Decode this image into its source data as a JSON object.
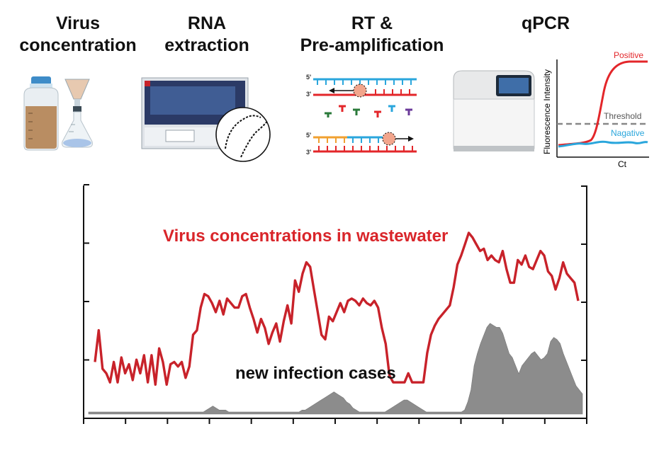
{
  "steps": [
    {
      "line1": "Virus",
      "line2": "concentration"
    },
    {
      "line1": "RNA",
      "line2": "extraction"
    },
    {
      "line1": "RT &",
      "line2": "Pre-amplification"
    },
    {
      "line1": "qPCR",
      "line2": ""
    }
  ],
  "rt_diagram": {
    "top_strand_label": "5'",
    "bottom_strand_label": "3'",
    "lower_top_label": "5'",
    "lower_bottom_label": "3'"
  },
  "qpcr_plot": {
    "ylabel": "Fluorescence Intensity",
    "xlabel": "Ct",
    "positive_label": "Positive",
    "threshold_label": "Threshold",
    "negative_label": "Nagative",
    "colors": {
      "positive": "#e3262a",
      "negative": "#2aa6dc",
      "threshold": "#888888"
    }
  },
  "main_chart": {
    "series_virus_label": "Virus concentrations in wastewater",
    "series_cases_label": "new infection cases",
    "colors": {
      "virus": "#c8222a",
      "cases": "#8c8c8c"
    }
  },
  "chart_data": {
    "type": "line",
    "title": "",
    "xlabel": "",
    "ylabel": "",
    "x_ticks": 13,
    "ylim_left": [
      0,
      100
    ],
    "ylim_right": [
      0,
      100
    ],
    "series": [
      {
        "name": "Virus concentrations in wastewater",
        "type": "line",
        "values": [
          23,
          37,
          20,
          18,
          14,
          23,
          14,
          25,
          18,
          22,
          15,
          24,
          18,
          26,
          14,
          26,
          13,
          29,
          23,
          13,
          22,
          23,
          21,
          23,
          16,
          21,
          35,
          37,
          47,
          53,
          52,
          49,
          45,
          50,
          44,
          51,
          49,
          47,
          47,
          52,
          53,
          47,
          42,
          36,
          42,
          38,
          31,
          36,
          40,
          32,
          41,
          48,
          40,
          59,
          54,
          62,
          67,
          65,
          55,
          45,
          35,
          33,
          43,
          41,
          45,
          49,
          45,
          50,
          51,
          50,
          48,
          51,
          49,
          48,
          50,
          47,
          38,
          31,
          17,
          14,
          14,
          14,
          14,
          18,
          14,
          14,
          14,
          14,
          27,
          35,
          39,
          42,
          44,
          46,
          48,
          56,
          66,
          70,
          75,
          80,
          78,
          75,
          72,
          73,
          68,
          70,
          68,
          67,
          72,
          64,
          58,
          58,
          68,
          66,
          70,
          65,
          64,
          68,
          72,
          70,
          63,
          61,
          55,
          60,
          67,
          62,
          60,
          58,
          50
        ]
      },
      {
        "name": "new infection cases",
        "type": "area",
        "values": [
          1,
          1,
          1,
          1,
          1,
          1,
          1,
          1,
          1,
          1,
          1,
          1,
          1,
          1,
          1,
          1,
          1,
          1,
          1,
          1,
          1,
          1,
          1,
          1,
          1,
          1,
          1,
          1,
          1,
          1,
          1,
          1,
          1,
          1,
          1,
          1,
          1,
          2,
          3,
          4,
          3,
          2,
          2,
          2,
          1,
          1,
          1,
          1,
          1,
          1,
          1,
          1,
          1,
          1,
          1,
          1,
          1,
          1,
          1,
          1,
          1,
          1,
          1,
          1,
          1,
          1,
          1,
          2,
          2,
          3,
          4,
          5,
          6,
          7,
          8,
          9,
          10,
          11,
          10,
          9,
          8,
          6,
          5,
          3,
          2,
          1,
          1,
          1,
          1,
          1,
          1,
          1,
          1,
          1,
          2,
          3,
          4,
          5,
          6,
          7,
          7,
          6,
          5,
          4,
          3,
          2,
          1,
          1,
          1,
          1,
          1,
          1,
          1,
          1,
          1,
          1,
          1,
          1,
          2,
          6,
          12,
          24,
          30,
          35,
          39,
          43,
          45,
          44,
          43,
          43,
          40,
          35,
          30,
          28,
          24,
          20,
          24,
          26,
          28,
          30,
          31,
          29,
          27,
          28,
          30,
          36,
          38,
          37,
          35,
          30,
          26,
          22,
          18,
          14,
          12,
          10
        ]
      }
    ]
  }
}
